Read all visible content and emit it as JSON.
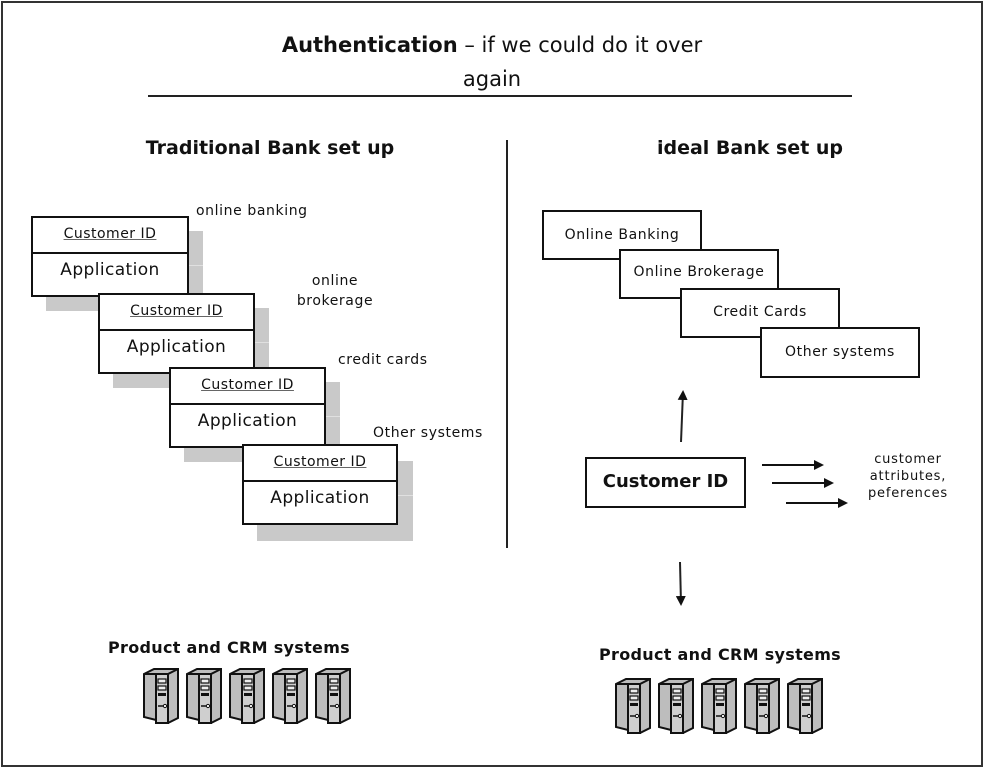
{
  "title": {
    "bold": "Authentication",
    "rest_line1": " – if we could do it over",
    "rest_line2": "again"
  },
  "left": {
    "heading": "Traditional Bank set up",
    "stack": [
      {
        "id_label": "Customer ID",
        "app_label": "Application",
        "caption": "online banking"
      },
      {
        "id_label": "Customer ID",
        "app_label": "Application",
        "caption_line1": "online",
        "caption_line2": "brokerage"
      },
      {
        "id_label": "Customer ID",
        "app_label": "Application",
        "caption": "credit cards"
      },
      {
        "id_label": "Customer ID",
        "app_label": "Application",
        "caption": "Other systems"
      }
    ],
    "systems_label": "Product and CRM systems",
    "server_count": 5
  },
  "right": {
    "heading": "ideal Bank set up",
    "systems": [
      "Online Banking",
      "Online Brokerage",
      "Credit Cards",
      "Other systems"
    ],
    "customer_id": "Customer ID",
    "attributes_line1": "customer",
    "attributes_line2": "attributes,",
    "attributes_line3": "peferences",
    "systems_label": "Product and CRM systems",
    "server_count": 5
  }
}
